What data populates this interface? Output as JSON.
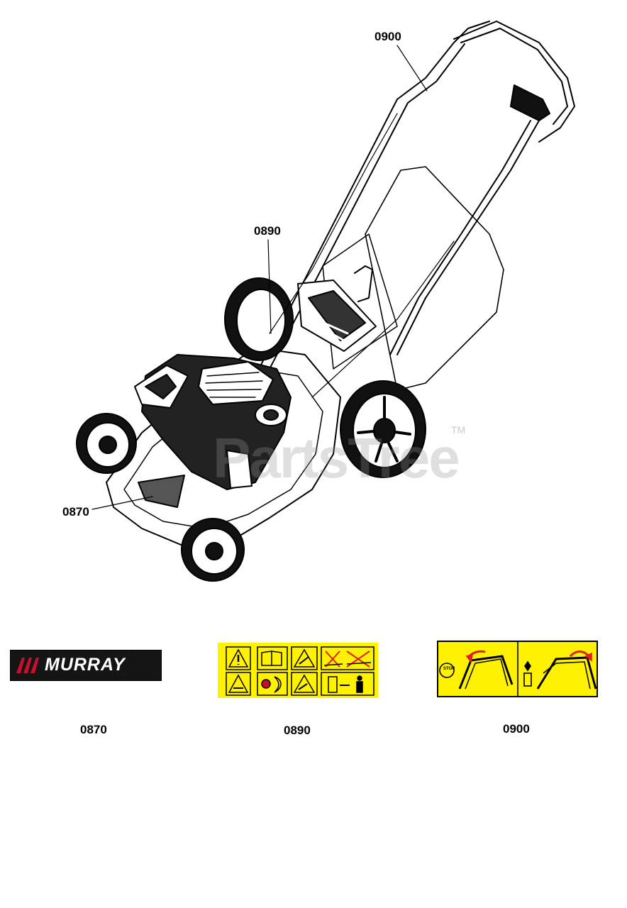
{
  "callouts": {
    "c0900": "0900",
    "c0890": "0890",
    "c0870": "0870"
  },
  "watermark": {
    "text": "PartsTree",
    "tm": "TM"
  },
  "decals": {
    "murray_text": "MURRAY",
    "stop_text": "STOP",
    "cap_0870": "0870",
    "cap_0890": "0890",
    "cap_0900": "0900"
  },
  "colors": {
    "decal_yellow": "#fff200",
    "arrow_red": "#e02020",
    "logo_red": "#c8102e"
  }
}
